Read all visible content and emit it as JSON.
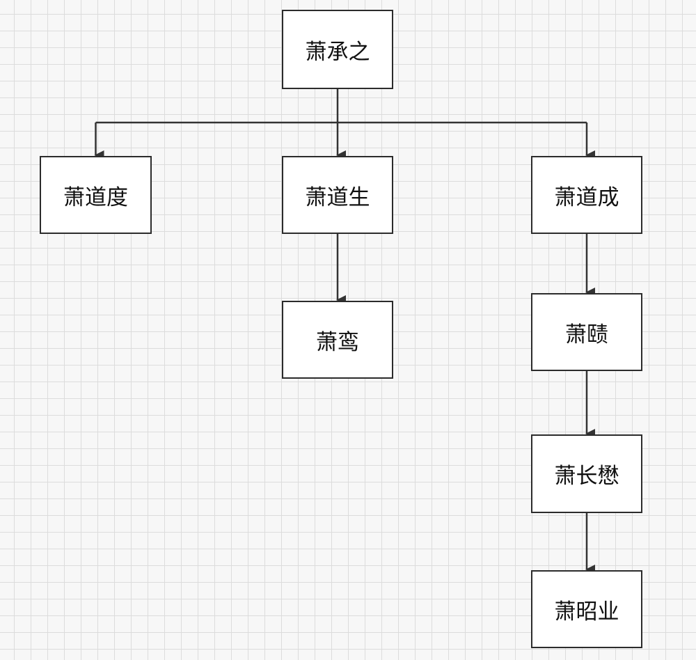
{
  "diagram": {
    "type": "family-tree",
    "colors": {
      "box_border": "#2b2b2b",
      "box_fill": "#ffffff",
      "line": "#333333",
      "grid": "#dcdcdc"
    },
    "nodes": [
      {
        "id": "root",
        "label": "萧承之"
      },
      {
        "id": "c1",
        "label": "萧道度"
      },
      {
        "id": "c2",
        "label": "萧道生"
      },
      {
        "id": "c3",
        "label": "萧道成"
      },
      {
        "id": "g1",
        "label": "萧鸾"
      },
      {
        "id": "g2",
        "label": "萧赜"
      },
      {
        "id": "g3",
        "label": "萧长懋"
      },
      {
        "id": "g4",
        "label": "萧昭业"
      }
    ],
    "edges": [
      {
        "from": "root",
        "to": "c1"
      },
      {
        "from": "root",
        "to": "c2"
      },
      {
        "from": "root",
        "to": "c3"
      },
      {
        "from": "c2",
        "to": "g1"
      },
      {
        "from": "c3",
        "to": "g2"
      },
      {
        "from": "g2",
        "to": "g3"
      },
      {
        "from": "g3",
        "to": "g4"
      }
    ]
  }
}
